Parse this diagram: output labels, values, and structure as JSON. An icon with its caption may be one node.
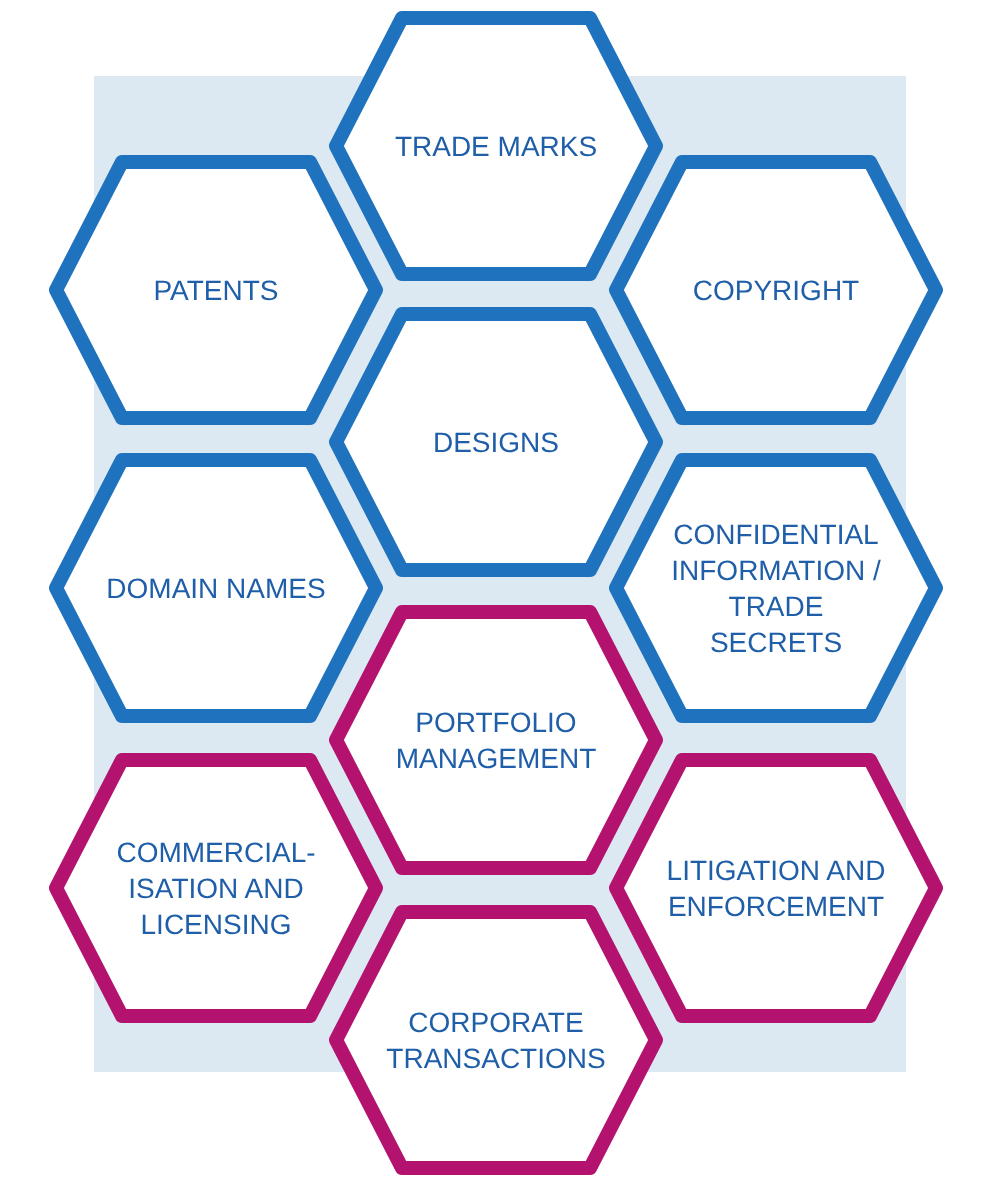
{
  "diagram": {
    "nodes": [
      {
        "text": [
          "TRADE MARKS"
        ]
      },
      {
        "text": [
          "PATENTS"
        ]
      },
      {
        "text": [
          "COPYRIGHT"
        ]
      },
      {
        "text": [
          "DESIGNS"
        ]
      },
      {
        "text": [
          "DOMAIN NAMES"
        ]
      },
      {
        "text": [
          "CONFIDENTIAL INFORMATION / TRADE SECRETS"
        ]
      },
      {
        "text": [
          "PORTFOLIO MANAGEMENT"
        ]
      },
      {
        "text": [
          "COMMERCIAL-ISATION AND LICENSING"
        ]
      },
      {
        "text": [
          "LITIGATION AND ENFORCEMENT"
        ]
      },
      {
        "text": [
          "CORPORATE TRANSACTIONS"
        ]
      }
    ]
  }
}
